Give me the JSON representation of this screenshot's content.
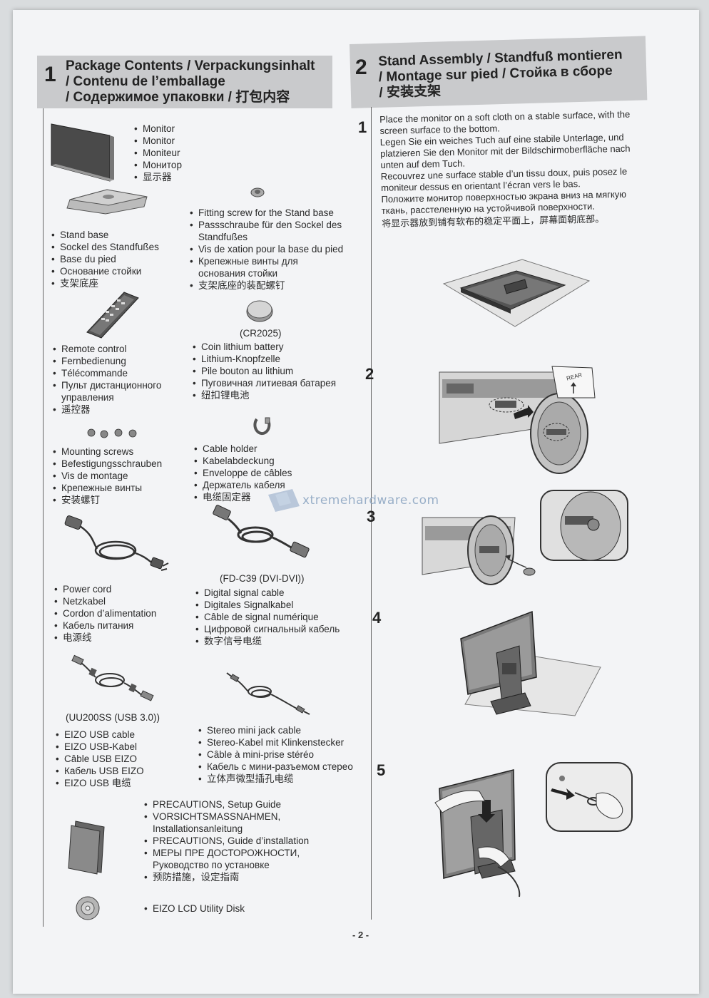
{
  "section1": {
    "number": "1",
    "title_lines": [
      "Package Contents / Verpackungsinhalt",
      "/ Contenu de l’emballage",
      "/ Содержимое упаковки / 打包内容"
    ]
  },
  "section2": {
    "number": "2",
    "title_lines": [
      "Stand Assembly / Standfuß montieren",
      "/ Montage sur pied / Стойка в сборе",
      "/ 安装支架"
    ]
  },
  "items": {
    "monitor": [
      "Monitor",
      "Monitor",
      "Moniteur",
      "Монитор",
      "显示器"
    ],
    "stand_base": [
      "Stand base",
      "Sockel des Standfußes",
      "Base du pied",
      "Основание стойки",
      "支架底座"
    ],
    "fitting_screw": [
      "Fitting screw for the Stand base",
      "Passschraube für den Sockel des Standfußes",
      "Vis de xation pour la base du pied",
      "Крепежные винты для основания стойки",
      "支架底座的装配螺钉"
    ],
    "remote": [
      "Remote control",
      "Fernbedienung",
      "Télécommande",
      "Пульт дистанционного управления",
      "遥控器"
    ],
    "battery_code": "(CR2025)",
    "battery": [
      "Coin lithium battery",
      "Lithium-Knopfzelle",
      "Pile bouton au lithium",
      "Пуговичная литиевая батарея",
      "纽扣锂电池"
    ],
    "mounting_screws": [
      "Mounting screws",
      "Befestigungsschrauben",
      "Vis de montage",
      "Крепежные винты",
      "安装螺钉"
    ],
    "cable_holder": [
      "Cable holder",
      "Kabelabdeckung",
      "Enveloppe de câbles",
      "Держатель кабеля",
      "电缆固定器"
    ],
    "power_cord": [
      "Power cord",
      "Netzkabel",
      "Cordon d’alimentation",
      "Кабель питания",
      "电源线"
    ],
    "dvi_code": "(FD-C39 (DVI-DVI))",
    "dvi_cable": [
      "Digital signal cable",
      "Digitales Signalkabel",
      "Câble de signal numérique",
      "Цифровой сигнальный кабель",
      "数字信号电缆"
    ],
    "usb_code": "(UU200SS (USB 3.0))",
    "usb_cable": [
      "EIZO USB cable",
      "EIZO USB-Kabel",
      "Câble USB EIZO",
      "Кабель USB EIZO",
      "EIZO USB 电缆"
    ],
    "stereo_cable": [
      "Stereo mini jack cable",
      "Stereo-Kabel mit Klinkenstecker",
      "Câble à mini-prise stéréo",
      "Кабель с мини-разъемом стерео",
      "立体声微型插孔电缆"
    ],
    "docs": [
      "PRECAUTIONS, Setup Guide",
      "VORSICHTSMASSNAHMEN, Installationsanleitung",
      "PRECAUTIONS, Guide d’installation",
      "МЕРЫ ПРЕ ДОСТОРОЖНОСТИ, Руководство по установке",
      "预防措施，设定指南"
    ],
    "disk": [
      "EIZO LCD Utility Disk"
    ]
  },
  "steps": [
    {
      "number": "1",
      "text": [
        "Place the monitor on a soft cloth on a stable surface, with the screen surface to the bottom.",
        "Legen Sie ein weiches Tuch auf eine stabile Unterlage, und platzieren Sie den Monitor mit der Bildschirmoberfläche nach unten auf dem Tuch.",
        "Recouvrez une surface stable d’un tissu doux, puis posez le moniteur dessus en orientant l’écran vers le bas.",
        "Положите монитор поверхностью экрана вниз на мягкую ткань, расстеленную на устойчивой поверхности.",
        "将显示器放到铺有软布的稳定平面上，屏幕面朝底部。"
      ]
    },
    {
      "number": "2",
      "label": "REAR"
    },
    {
      "number": "3"
    },
    {
      "number": "4"
    },
    {
      "number": "5"
    }
  ],
  "watermark": "xtremehardware.com",
  "page_number": "- 2 -"
}
